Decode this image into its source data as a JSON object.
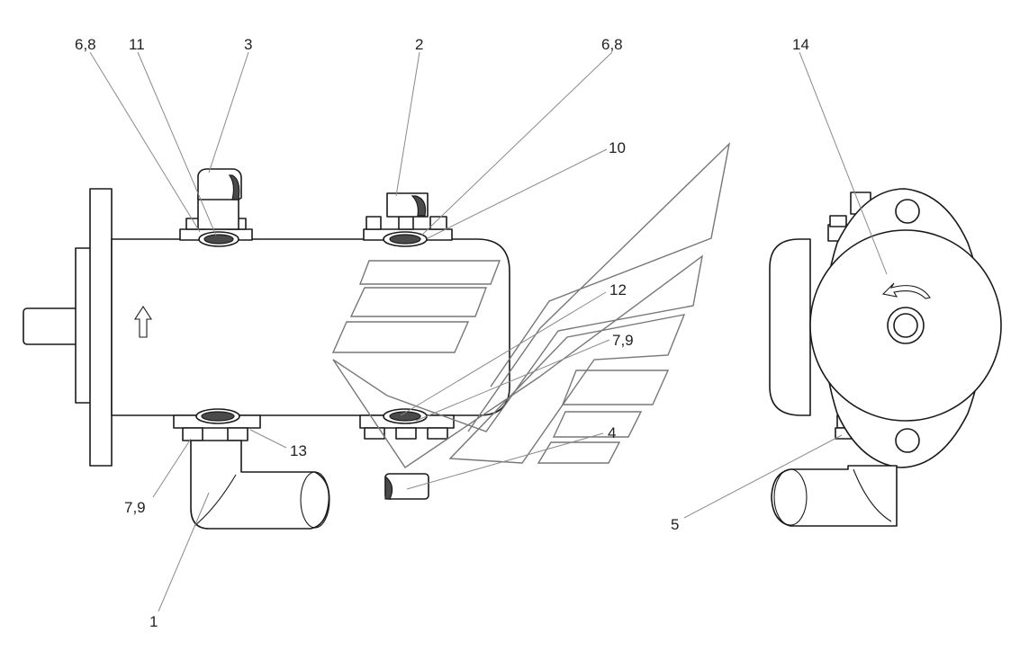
{
  "callouts": {
    "c1": "1",
    "c2": "2",
    "c3": "3",
    "c4": "4",
    "c5": "5",
    "c68a": "6,8",
    "c68b": "6,8",
    "c79a": "7,9",
    "c79b": "7,9",
    "c10": "10",
    "c11": "11",
    "c12": "12",
    "c13": "13",
    "c14": "14"
  },
  "colors": {
    "line": "#1a1a1a",
    "leader": "#8a8a8a",
    "logo": "#777777"
  }
}
